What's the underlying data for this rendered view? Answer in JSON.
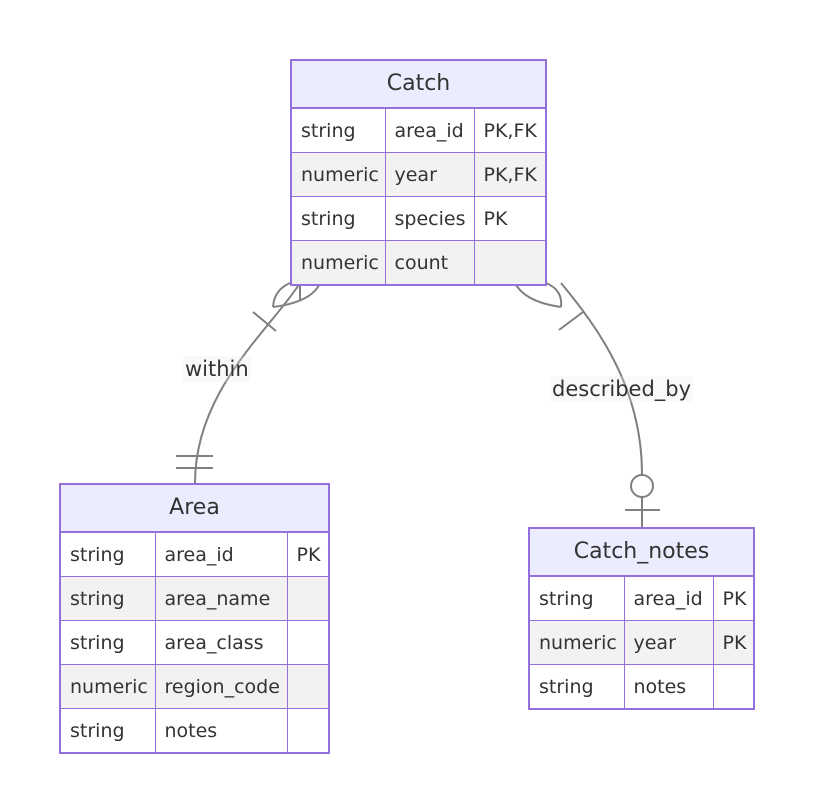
{
  "entities": {
    "catch": {
      "name": "Catch",
      "attributes": [
        {
          "type": "string",
          "name": "area_id",
          "keys": "PK,FK"
        },
        {
          "type": "numeric",
          "name": "year",
          "keys": "PK,FK"
        },
        {
          "type": "string",
          "name": "species",
          "keys": "PK"
        },
        {
          "type": "numeric",
          "name": "count",
          "keys": ""
        }
      ]
    },
    "area": {
      "name": "Area",
      "attributes": [
        {
          "type": "string",
          "name": "area_id",
          "keys": "PK"
        },
        {
          "type": "string",
          "name": "area_name",
          "keys": ""
        },
        {
          "type": "string",
          "name": "area_class",
          "keys": ""
        },
        {
          "type": "numeric",
          "name": "region_code",
          "keys": ""
        },
        {
          "type": "string",
          "name": "notes",
          "keys": ""
        }
      ]
    },
    "catch_notes": {
      "name": "Catch_notes",
      "attributes": [
        {
          "type": "string",
          "name": "area_id",
          "keys": "PK"
        },
        {
          "type": "numeric",
          "name": "year",
          "keys": "PK"
        },
        {
          "type": "string",
          "name": "notes",
          "keys": ""
        }
      ]
    }
  },
  "relationships": [
    {
      "label": "within",
      "from": "Catch",
      "to": "Area",
      "from_cardinality": "one-or-more",
      "to_cardinality": "exactly-one"
    },
    {
      "label": "described_by",
      "from": "Catch",
      "to": "Catch_notes",
      "from_cardinality": "one-or-more",
      "to_cardinality": "zero-or-one"
    }
  ],
  "colors": {
    "border": "#9370db",
    "header_fill": "#ececff",
    "row_alt_fill": "#f2f2f2",
    "line": "#808080",
    "text": "#333333"
  }
}
